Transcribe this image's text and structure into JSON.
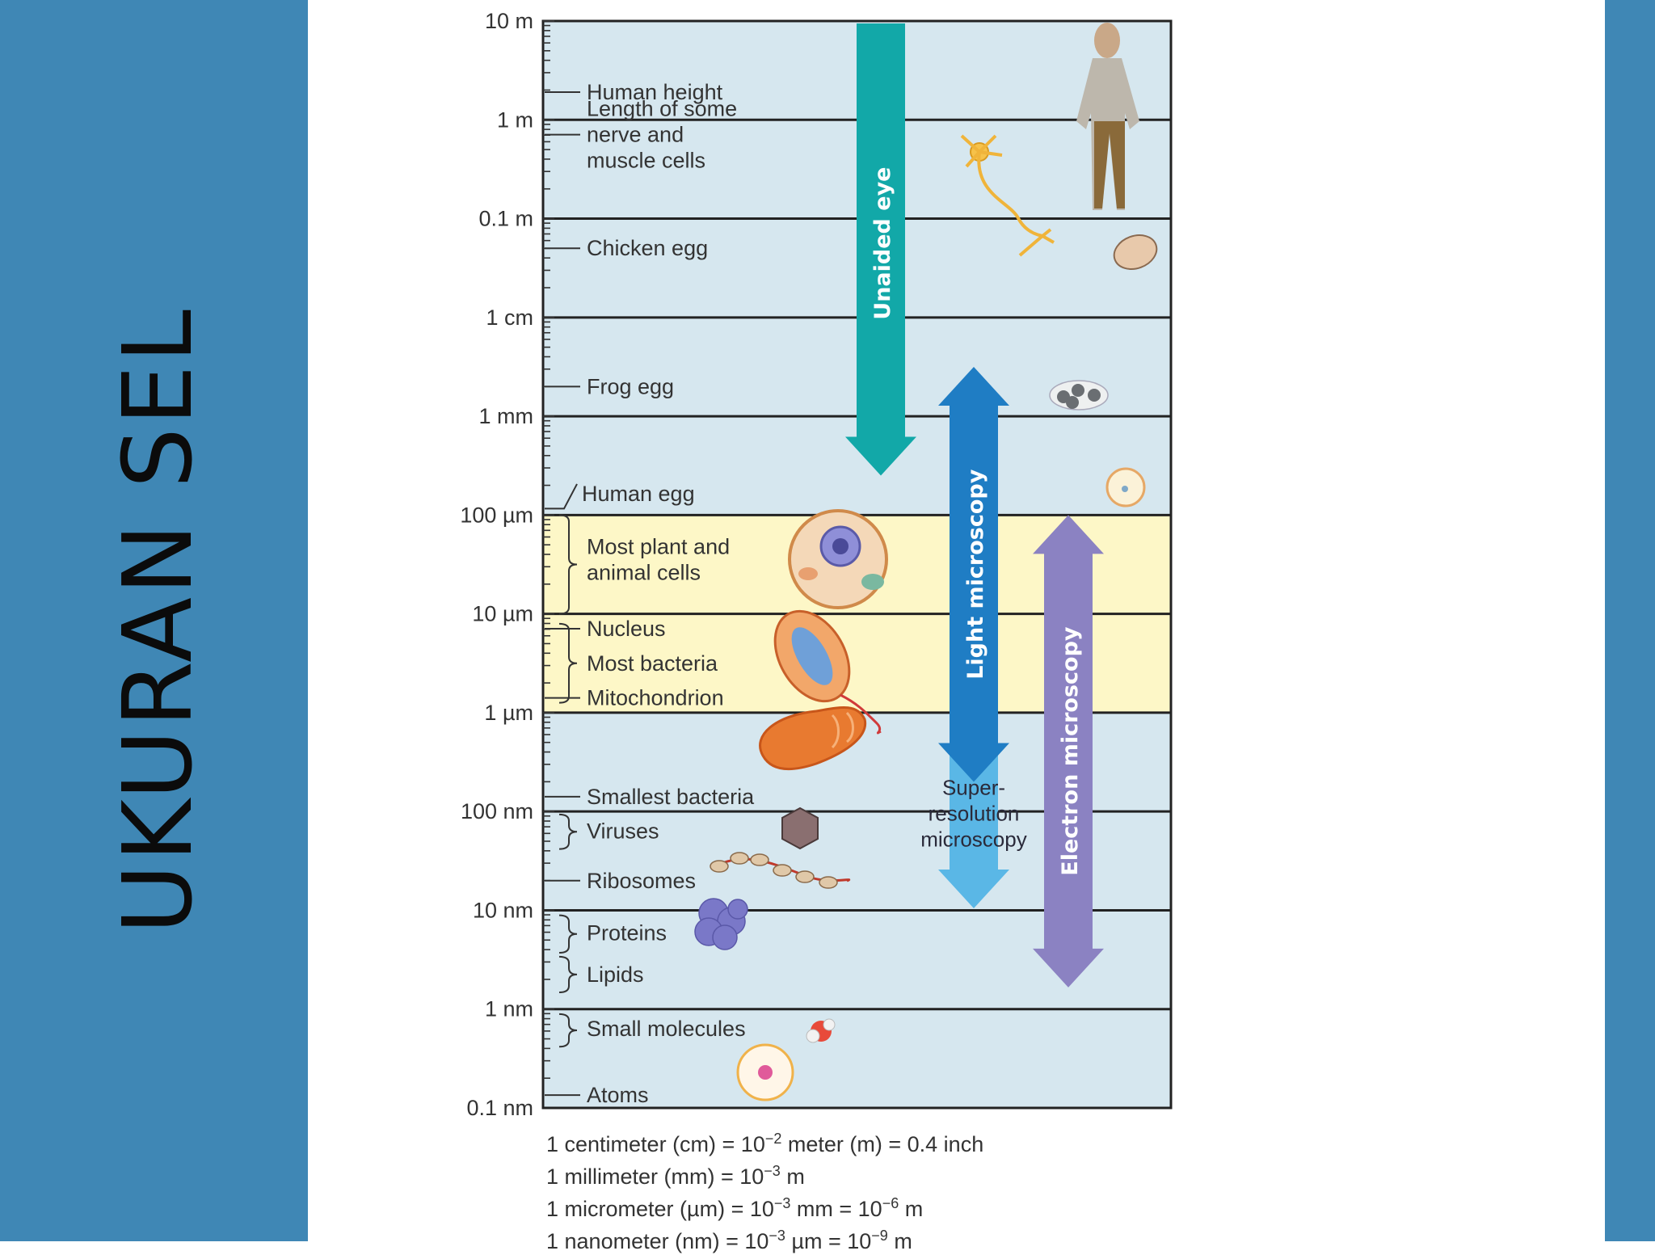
{
  "title": "UKURAN SEL",
  "colors": {
    "side_band": "#3f87b5",
    "panel_blue": "#d6e7ef",
    "panel_yellow": "#fdf7c7",
    "eye_arrow": "#12a8a8",
    "light_arrow": "#1f7dc4",
    "super_arrow": "#5ab7e6",
    "electron_arrow": "#8b82c2"
  },
  "scale": {
    "tick_labels": [
      "10 m",
      "1 m",
      "0.1 m",
      "1 cm",
      "1 mm",
      "100 µm",
      "10 µm",
      "1 µm",
      "100 nm",
      "10 nm",
      "1 nm",
      "0.1 nm"
    ],
    "highlight": {
      "from_decade": 5,
      "to_decade": 7
    }
  },
  "items": [
    {
      "label": "Human height",
      "lines": [
        "Human height"
      ],
      "pos": 0.72,
      "marker": "line"
    },
    {
      "label": "Length of some nerve and muscle cells",
      "lines": [
        "Length of some",
        "nerve and",
        "muscle cells"
      ],
      "pos": 1.15,
      "marker": "line"
    },
    {
      "label": "Chicken egg",
      "lines": [
        "Chicken egg"
      ],
      "pos": 2.3,
      "marker": "line"
    },
    {
      "label": "Frog egg",
      "lines": [
        "Frog egg"
      ],
      "pos": 3.7,
      "marker": "line"
    },
    {
      "label": "Human egg",
      "lines": [
        "Human egg"
      ],
      "pos": 4.8,
      "marker": "slant"
    },
    {
      "label": "Most plant and animal cells",
      "lines": [
        "Most plant and",
        "animal cells"
      ],
      "pos": 5.45,
      "marker": "brace",
      "brace": [
        5.0,
        6.0
      ]
    },
    {
      "label": "Nucleus",
      "lines": [
        "Nucleus"
      ],
      "pos": 6.15,
      "marker": "line"
    },
    {
      "label": "Most bacteria",
      "lines": [
        "Most bacteria"
      ],
      "pos": 6.5,
      "marker": "brace",
      "brace": [
        6.1,
        6.9
      ]
    },
    {
      "label": "Mitochondrion",
      "lines": [
        "Mitochondrion"
      ],
      "pos": 6.85,
      "marker": "line"
    },
    {
      "label": "Smallest bacteria",
      "lines": [
        "Smallest bacteria"
      ],
      "pos": 7.85,
      "marker": "line"
    },
    {
      "label": "Viruses",
      "lines": [
        "Viruses"
      ],
      "pos": 8.2,
      "marker": "brace",
      "brace": [
        8.03,
        8.38
      ]
    },
    {
      "label": "Ribosomes",
      "lines": [
        "Ribosomes"
      ],
      "pos": 8.7,
      "marker": "line"
    },
    {
      "label": "Proteins",
      "lines": [
        "Proteins"
      ],
      "pos": 9.23,
      "marker": "brace",
      "brace": [
        9.05,
        9.43
      ]
    },
    {
      "label": "Lipids",
      "lines": [
        "Lipids"
      ],
      "pos": 9.65,
      "marker": "brace",
      "brace": [
        9.47,
        9.83
      ]
    },
    {
      "label": "Small molecules",
      "lines": [
        "Small molecules"
      ],
      "pos": 10.2,
      "marker": "brace",
      "brace": [
        10.05,
        10.38
      ]
    },
    {
      "label": "Atoms",
      "lines": [
        "Atoms"
      ],
      "pos": 10.87,
      "marker": "line"
    }
  ],
  "ranges": [
    {
      "label": "Unaided eye",
      "lines": [
        "Unaided eye"
      ],
      "from": 0.0,
      "to": 4.6,
      "color": "#12a8a8",
      "type": "down"
    },
    {
      "label": "Light microscopy",
      "lines": [
        "Light microscopy"
      ],
      "from": 3.5,
      "to": 7.7,
      "color": "#1f7dc4",
      "type": "both"
    },
    {
      "label": "Super-resolution microscopy",
      "lines": [
        "Super-",
        "resolution",
        "microscopy"
      ],
      "from": 7.4,
      "to": 8.98,
      "color": "#5ab7e6",
      "type": "down"
    },
    {
      "label": "Electron microscopy",
      "lines": [
        "Electron microscopy"
      ],
      "from": 5.0,
      "to": 9.78,
      "color": "#8b82c2",
      "type": "both"
    }
  ],
  "icons": [
    "human-figure-icon",
    "neuron-icon",
    "chicken-egg-icon",
    "frog-eggs-icon",
    "human-egg-icon",
    "animal-cell-icon",
    "bacterium-icon",
    "mitochondrion-icon",
    "virus-icon",
    "ribosome-chain-icon",
    "protein-icon",
    "water-molecule-icon",
    "atom-icon"
  ],
  "definitions": [
    {
      "pre": "1 centimeter (cm) = 10",
      "sup": "−2",
      "post": " meter (m) = 0.4 inch"
    },
    {
      "pre": "1 millimeter (mm) = 10",
      "sup": "−3",
      "post": " m"
    },
    {
      "pre": "1 micrometer (µm) = 10",
      "sup": "−3",
      "mid": " mm = 10",
      "sup2": "−6",
      "post": " m"
    },
    {
      "pre": "1 nanometer (nm) = 10",
      "sup": "−3",
      "mid": " µm = 10",
      "sup2": "−9",
      "post": " m"
    }
  ]
}
